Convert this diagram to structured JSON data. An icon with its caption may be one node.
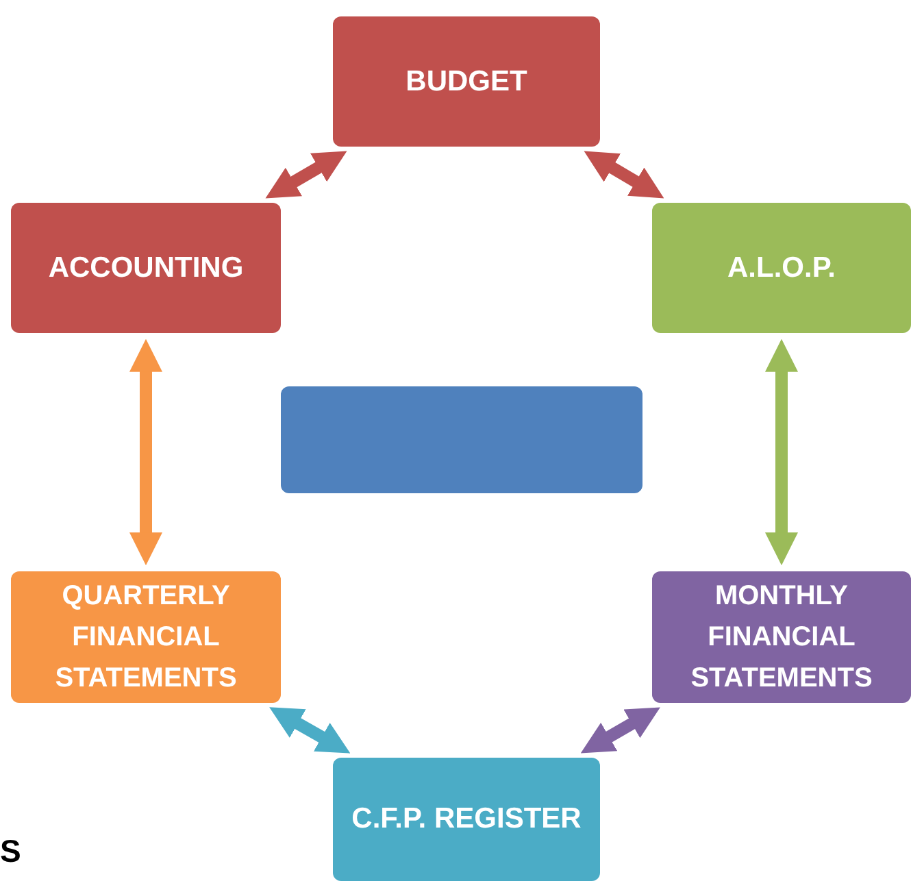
{
  "diagram": {
    "nodes": [
      {
        "text": [
          "BUDGET"
        ]
      },
      {
        "text": [
          "ACCOUNTING"
        ]
      },
      {
        "text": [
          "A.L.O.P."
        ]
      },
      {
        "text": [],
        "shape": "box"
      },
      {
        "text": [
          "QUARTERLY FINANCIAL STATEMENTS"
        ]
      },
      {
        "text": [
          "MONTHLY FINANCIAL STATEMENTS"
        ]
      },
      {
        "text": [
          "C.F.P. REGISTER"
        ]
      }
    ],
    "edges": [
      {
        "from": 0,
        "to": 1,
        "arrow": "both",
        "color": "#c0504d"
      },
      {
        "from": 0,
        "to": 2,
        "arrow": "both",
        "color": "#c0504d"
      },
      {
        "from": 1,
        "to": 4,
        "arrow": "both",
        "color": "#f79646"
      },
      {
        "from": 2,
        "to": 5,
        "arrow": "both",
        "color": "#9bbb59"
      },
      {
        "from": 6,
        "to": 4,
        "arrow": "both",
        "color": "#4bacc6"
      },
      {
        "from": 6,
        "to": 5,
        "arrow": "both",
        "color": "#8064a2"
      }
    ],
    "labels": [
      "S"
    ]
  }
}
